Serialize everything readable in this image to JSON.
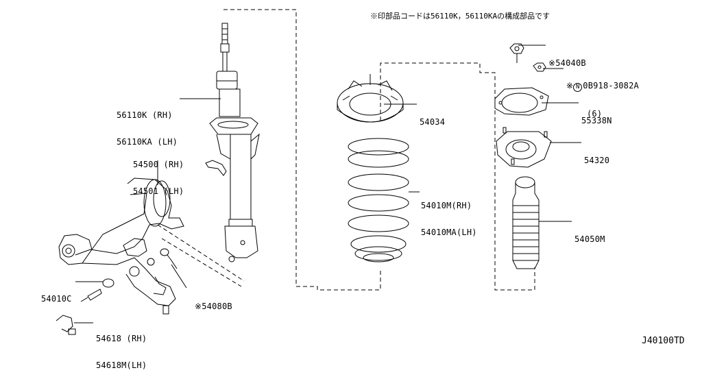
{
  "note": "※印部品コードは56110K，56110KAの構成部品です",
  "diagram_id": "J40100TD",
  "parts": [
    {
      "id": "strut",
      "lines": [
        "56110K (RH)",
        "56110KA (LH)"
      ]
    },
    {
      "id": "knuckle",
      "lines": [
        "54500 (RH)",
        "54501 (LH)"
      ]
    },
    {
      "id": "washer",
      "lines": [
        "54010C"
      ]
    },
    {
      "id": "bolt",
      "lines": [
        "※54080B"
      ]
    },
    {
      "id": "link",
      "lines": [
        "54618 (RH)",
        "54618M(LH)"
      ]
    },
    {
      "id": "spring-seat",
      "lines": [
        "54034"
      ]
    },
    {
      "id": "coil-spring",
      "lines": [
        "54010M(RH)",
        "54010MA(LH)"
      ]
    },
    {
      "id": "nut-top",
      "lines": [
        "※54040B"
      ]
    },
    {
      "id": "nut-mount",
      "prefix": "※",
      "circle": "N",
      "lines": [
        "0B918-3082A",
        "(6)"
      ]
    },
    {
      "id": "mount-cover",
      "lines": [
        "55338N"
      ]
    },
    {
      "id": "mount-insulator",
      "lines": [
        "54320"
      ]
    },
    {
      "id": "bump-boot",
      "lines": [
        "54050M"
      ]
    }
  ]
}
